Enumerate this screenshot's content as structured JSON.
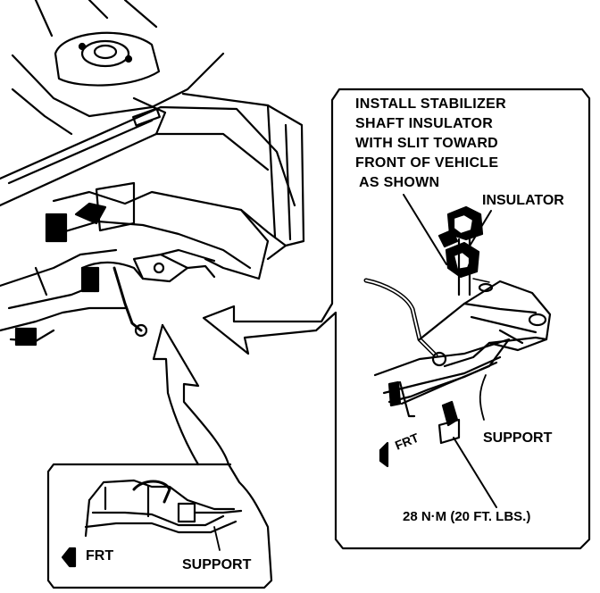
{
  "callout": {
    "lines": [
      "INSTALL STABILIZER",
      "SHAFT INSULATOR",
      "WITH SLIT TOWARD",
      "FRONT OF VEHICLE",
      "AS SHOWN"
    ]
  },
  "labels": {
    "insulator": "INSULATOR",
    "support_right": "SUPPORT",
    "torque": "28 N·M (20 FT. LBS.)",
    "frt_right": "FRT",
    "frt_left": "FRT",
    "support_left": "SUPPORT"
  },
  "colors": {
    "ink": "#000000",
    "paper": "#ffffff"
  }
}
